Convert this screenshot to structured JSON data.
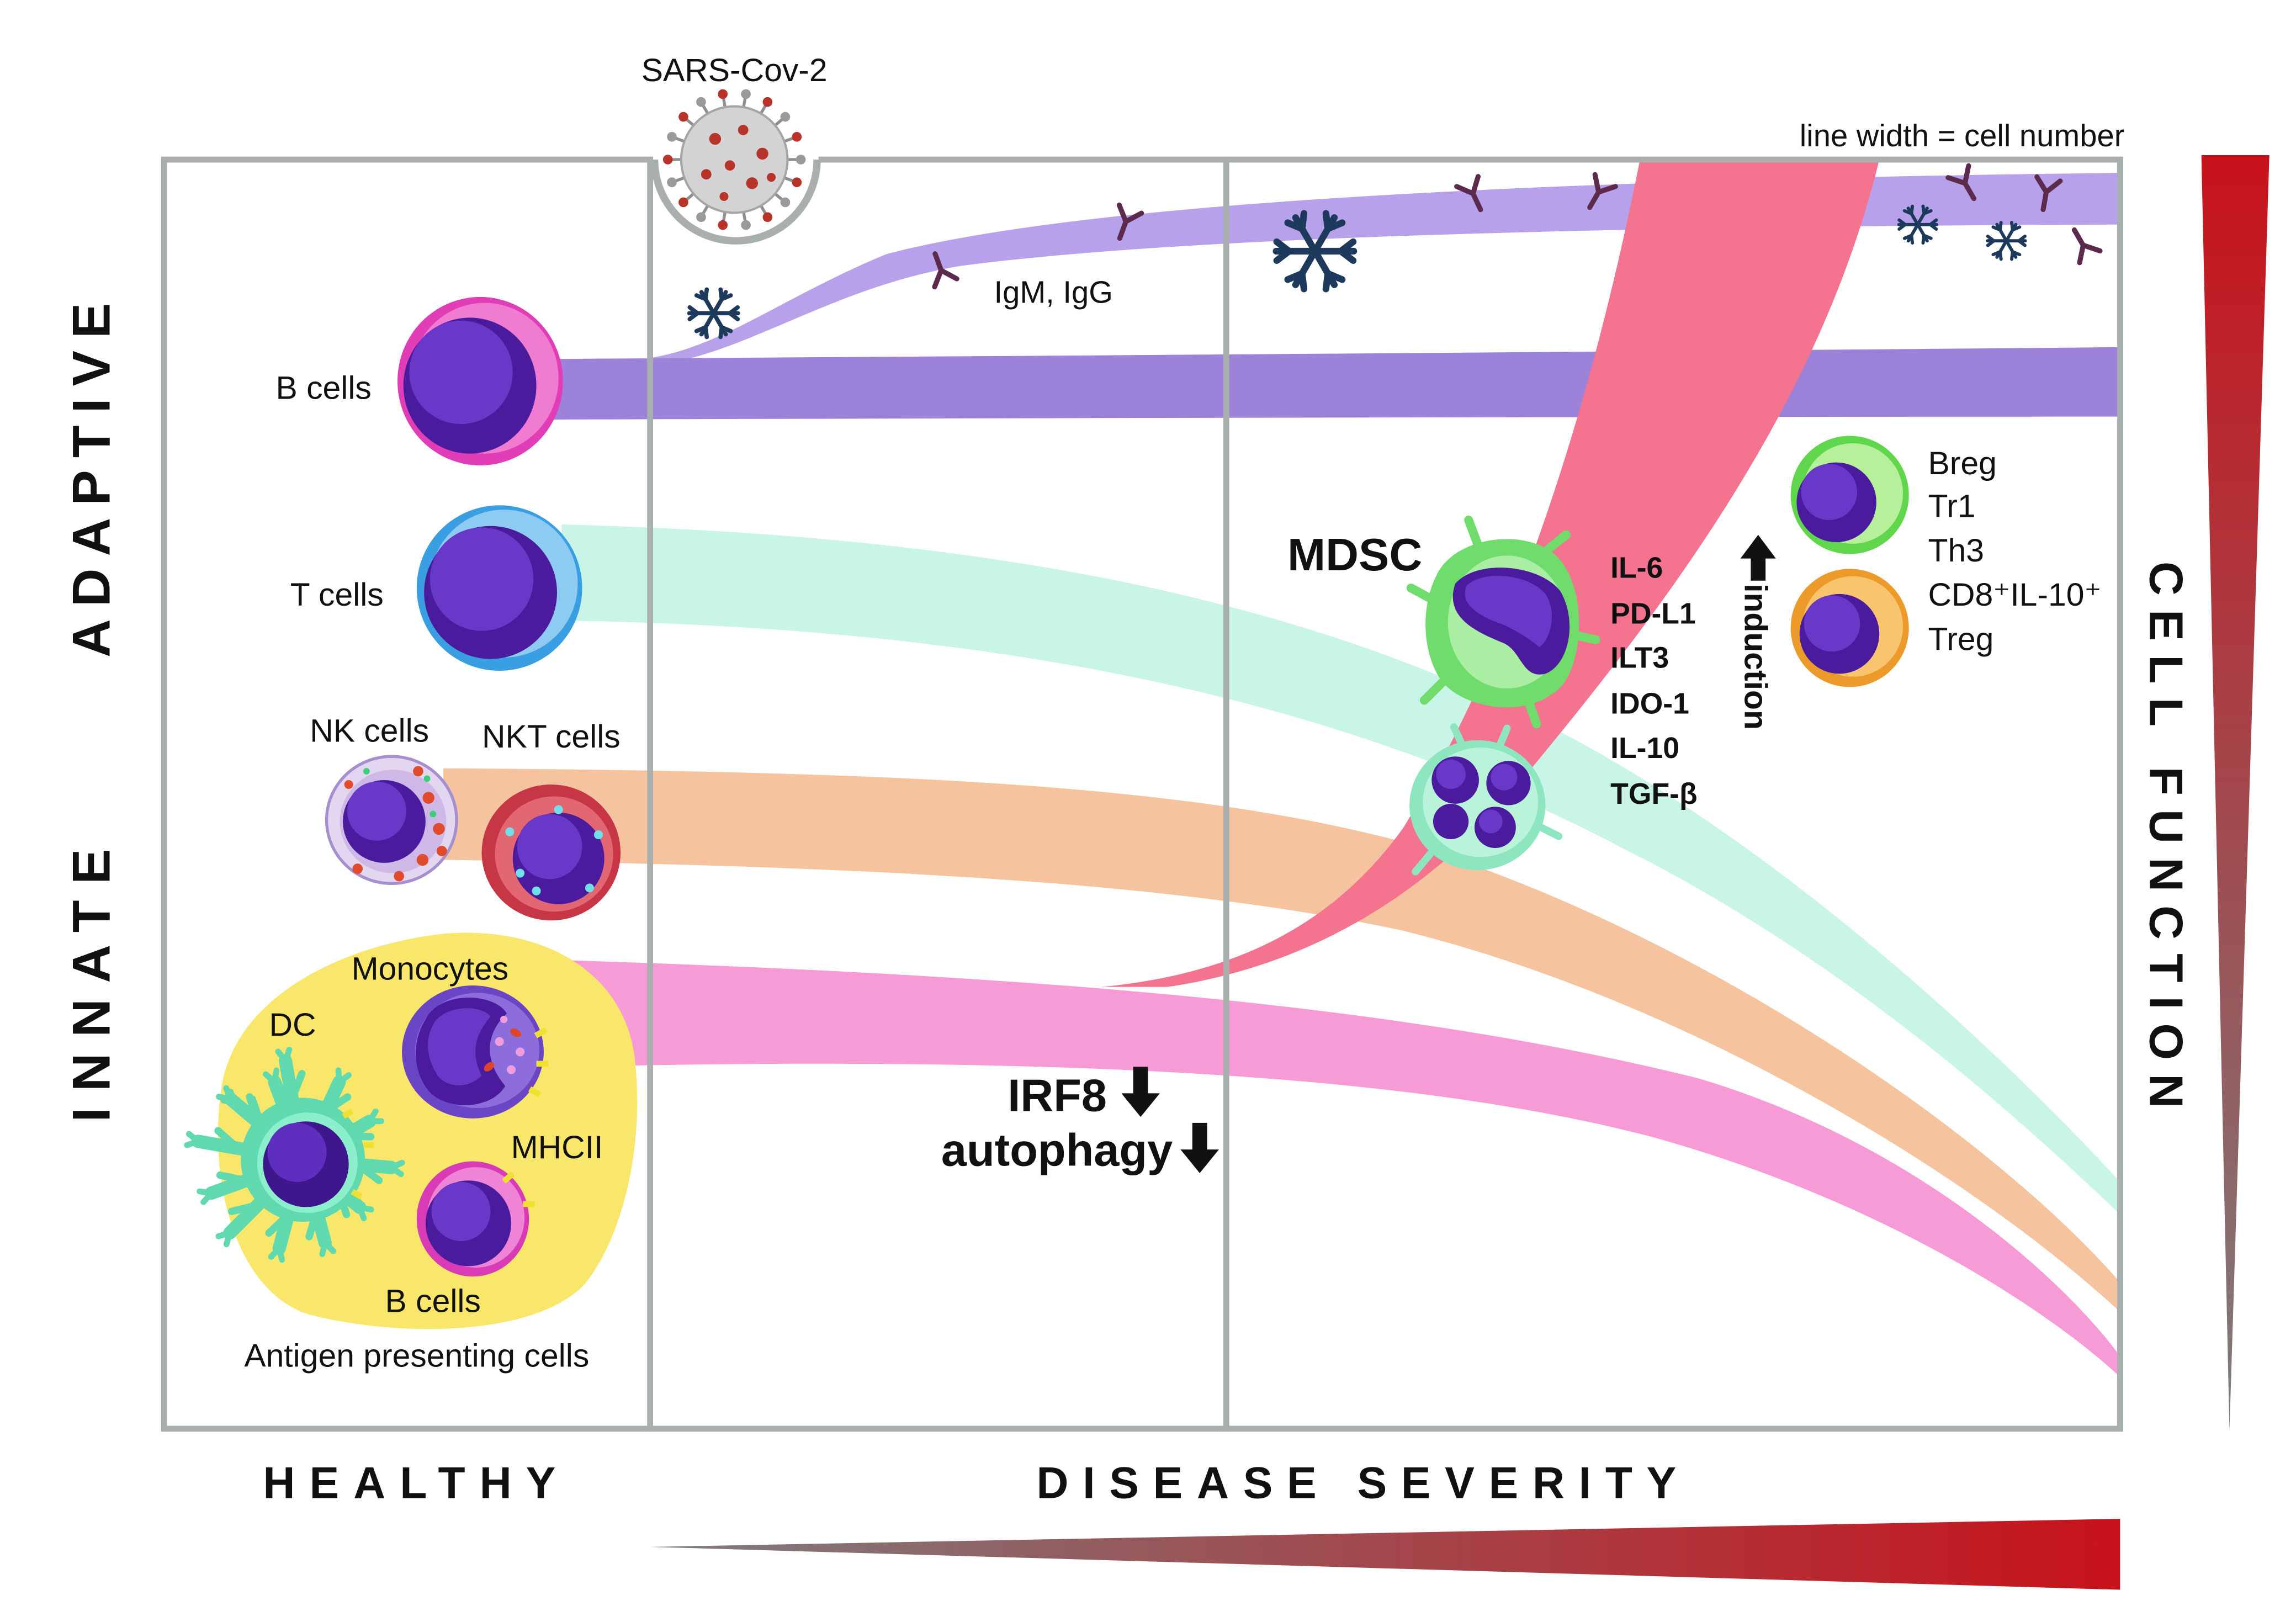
{
  "virus": {
    "label": "SARS-Cov-2"
  },
  "legend_note": "line width = cell number",
  "axes": {
    "adaptive": "ADAPTIVE",
    "innate": "INNATE",
    "cell_function": "CELL FUNCTION",
    "healthy": "HEALTHY",
    "disease_severity": "DISEASE SEVERITY"
  },
  "adaptive_cells": {
    "b_cells": "B cells",
    "t_cells": "T cells",
    "antibodies": "IgM, IgG"
  },
  "innate_cells": {
    "nk_cells": "NK cells",
    "nkt_cells": "NKT cells"
  },
  "apc": {
    "monocytes": "Monocytes",
    "dc": "DC",
    "mhcii": "MHCII",
    "b_cells": "B cells",
    "group_label": "Antigen presenting cells"
  },
  "mdsc": {
    "label": "MDSC",
    "factors": [
      "IL-6",
      "PD-L1",
      "ILT3",
      "IDO-1",
      "IL-10",
      "TGF-β"
    ],
    "induction": "induction"
  },
  "regulatory_cells": [
    "Breg",
    "Tr1",
    "Th3",
    "CD8⁺IL-10⁺",
    "Treg"
  ],
  "downregulated": {
    "irf8": "IRF8",
    "autophagy": "autophagy"
  },
  "colors": {
    "b_band": "#9c82d9",
    "igm_band": "#b7a1ea",
    "t_band": "#c8f5e7",
    "nk_band": "#f5c49e",
    "mono_band": "#f79bd6",
    "mdsc_band": "#f4738f",
    "frame": "#a9aeae",
    "apc_area": "#f9e76b",
    "severity_high": "#c8121b",
    "severity_low": "#7d7d7d"
  }
}
